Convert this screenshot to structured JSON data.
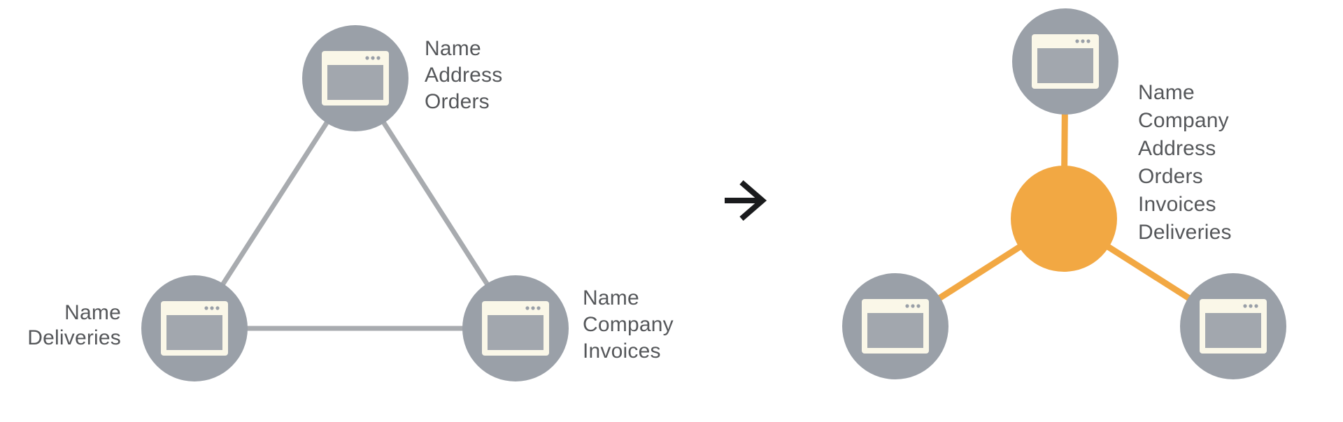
{
  "colors": {
    "background": "#FFFFFF",
    "node_gray": "#9AA0A8",
    "window_cream": "#FAF7E8",
    "window_content": "#A2A7AE",
    "window_dot": "#9AA0A8",
    "mesh_edge_gray": "#A8ABAF",
    "spoke_orange": "#F2A843",
    "hub_orange": "#F2A843",
    "label_text": "#55575A",
    "arrow_black": "#1A1B1D"
  },
  "left_diagram": {
    "node_labels": {
      "top": [
        "Name",
        "Address",
        "Orders"
      ],
      "bottom_left": [
        "Name",
        "Deliveries"
      ],
      "bottom_right": [
        "Name",
        "Company",
        "Invoices"
      ]
    }
  },
  "arrow": {
    "glyph": "→"
  },
  "right_diagram": {
    "hub_label": [
      "Name",
      "Company",
      "Address",
      "Orders",
      "Invoices",
      "Deliveries"
    ]
  }
}
